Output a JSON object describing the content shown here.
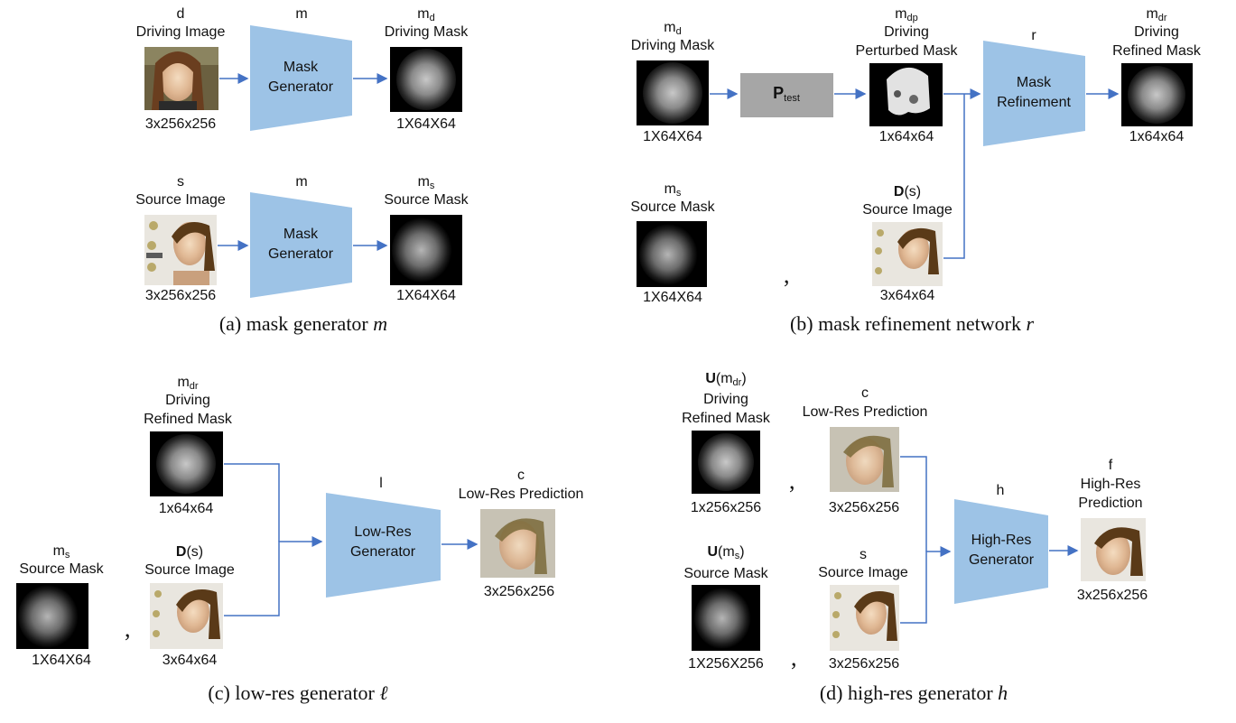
{
  "colors": {
    "trapezoid": "#9dc3e6",
    "arrow": "#4472c4",
    "ptest_box": "#a6a6a6"
  },
  "panels": {
    "a": {
      "caption_prefix": "(a) mask generator ",
      "caption_var": "m",
      "row1": {
        "input_sym": "d",
        "input_name": "Driving Image",
        "input_dim": "3x256x256",
        "net_sym": "m",
        "net_line1": "Mask",
        "net_line2": "Generator",
        "out_sym": "m",
        "out_sub": "d",
        "out_name": "Driving Mask",
        "out_dim": "1X64X64"
      },
      "row2": {
        "input_sym": "s",
        "input_name": "Source Image",
        "input_dim": "3x256x256",
        "net_sym": "m",
        "net_line1": "Mask",
        "net_line2": "Generator",
        "out_sym": "m",
        "out_sub": "s",
        "out_name": "Source Mask",
        "out_dim": "1X64X64"
      }
    },
    "b": {
      "caption_prefix": "(b) mask refinement network ",
      "caption_var": "r",
      "md_sym": "m",
      "md_sub": "d",
      "md_name": "Driving Mask",
      "md_dim": "1X64X64",
      "ptest_main": "P",
      "ptest_sub": "test",
      "mdp_sym": "m",
      "mdp_sub": "dp",
      "mdp_line1": "Driving",
      "mdp_line2": "Perturbed Mask",
      "mdp_dim": "1x64x64",
      "net_sym": "r",
      "net_line1": "Mask",
      "net_line2": "Refinement",
      "mdr_sym": "m",
      "mdr_sub": "dr",
      "mdr_line1": "Driving",
      "mdr_line2": "Refined Mask",
      "mdr_dim": "1x64x64",
      "ms_sym": "m",
      "ms_sub": "s",
      "ms_name": "Source Mask",
      "ms_dim": "1X64X64",
      "ds_bold": "D",
      "ds_rest": "(s)",
      "ds_name": "Source Image",
      "ds_dim": "3x64x64",
      "comma": ","
    },
    "c": {
      "caption_prefix": "(c) low-res generator ",
      "caption_var": "ℓ",
      "mdr_sym": "m",
      "mdr_sub": "dr",
      "mdr_line1": "Driving",
      "mdr_line2": "Refined Mask",
      "mdr_dim": "1x64x64",
      "ds_bold": "D",
      "ds_rest": "(s)",
      "ds_name": "Source Image",
      "ds_dim": "3x64x64",
      "ms_sym": "m",
      "ms_sub": "s",
      "ms_name": "Source Mask",
      "ms_dim": "1X64X64",
      "net_sym": "l",
      "net_line1": "Low-Res",
      "net_line2": "Generator",
      "out_sym": "c",
      "out_name": "Low-Res Prediction",
      "out_dim": "3x256x256",
      "comma": ","
    },
    "d": {
      "caption_prefix": "(d) high-res generator ",
      "caption_var": "h",
      "umdr_bold": "U",
      "umdr_open": "(m",
      "umdr_sub": "dr",
      "umdr_close": ")",
      "umdr_line1": "Driving",
      "umdr_line2": "Refined Mask",
      "umdr_dim": "1x256x256",
      "ums_bold": "U",
      "ums_open": "(m",
      "ums_sub": "s",
      "ums_close": ")",
      "ums_name": "Source Mask",
      "ums_dim": "1X256X256",
      "c_sym": "c",
      "c_name": "Low-Res Prediction",
      "c_dim": "3x256x256",
      "s_sym": "s",
      "s_name": "Source Image",
      "s_dim": "3x256x256",
      "net_sym": "h",
      "net_line1": "High-Res",
      "net_line2": "Generator",
      "out_sym": "f",
      "out_line1": "High-Res",
      "out_line2": "Prediction",
      "out_dim": "3x256x256",
      "comma": ","
    }
  }
}
